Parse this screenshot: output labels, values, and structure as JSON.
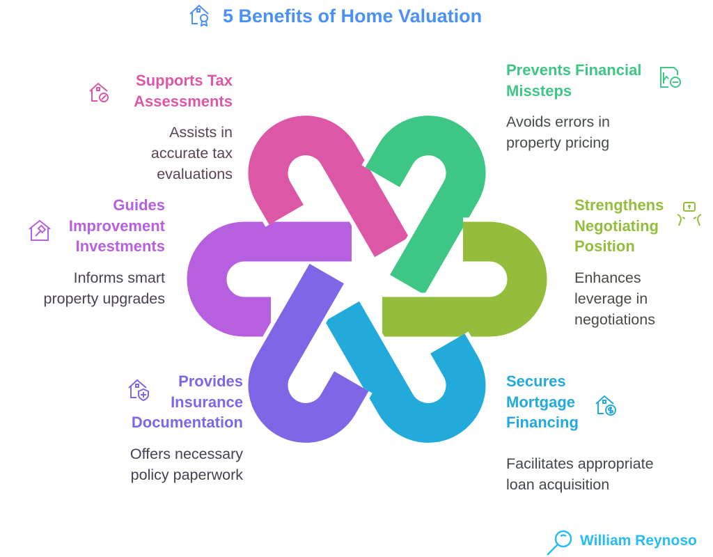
{
  "title": "5 Benefits of Home Valuation",
  "title_color": "#4a90f5",
  "benefits": [
    {
      "id": "tax",
      "title_lines": [
        "Supports Tax",
        "Assessments"
      ],
      "desc_lines": [
        "Assists in",
        "accurate tax",
        "evaluations"
      ],
      "color": "#dc58a7",
      "text_color": "#5a4352",
      "icon": "house-percent-icon"
    },
    {
      "id": "financial",
      "title_lines": [
        "Prevents Financial",
        "Missteps"
      ],
      "desc_lines": [
        "Avoids errors in",
        "property pricing"
      ],
      "color": "#3ec684",
      "text_color": "#444d48",
      "icon": "chart-minus-icon"
    },
    {
      "id": "negotiating",
      "title_lines": [
        "Strengthens",
        "Negotiating",
        "Position"
      ],
      "desc_lines": [
        "Enhances",
        "leverage in",
        "negotiations"
      ],
      "color": "#93bd3a",
      "text_color": "#474b40",
      "icon": "negotiation-icon"
    },
    {
      "id": "mortgage",
      "title_lines": [
        "Secures",
        "Mortgage",
        "Financing"
      ],
      "desc_lines": [
        "Facilitates appropriate",
        "loan acquisition"
      ],
      "color": "#22abda",
      "text_color": "#40474b",
      "icon": "house-dollar-icon"
    },
    {
      "id": "insurance",
      "title_lines": [
        "Provides",
        "Insurance",
        "Documentation"
      ],
      "desc_lines": [
        "Offers necessary",
        "policy paperwork"
      ],
      "color": "#7e66e6",
      "text_color": "#45424f",
      "icon": "house-shield-plus-icon"
    },
    {
      "id": "improvement",
      "title_lines": [
        "Guides",
        "Improvement",
        "Investments"
      ],
      "desc_lines": [
        "Informs smart",
        "property upgrades"
      ],
      "color": "#b660e0",
      "text_color": "#4a4250",
      "icon": "house-hammer-icon"
    }
  ],
  "footer": {
    "author": "William Reynoso",
    "color": "#27bdf0"
  }
}
